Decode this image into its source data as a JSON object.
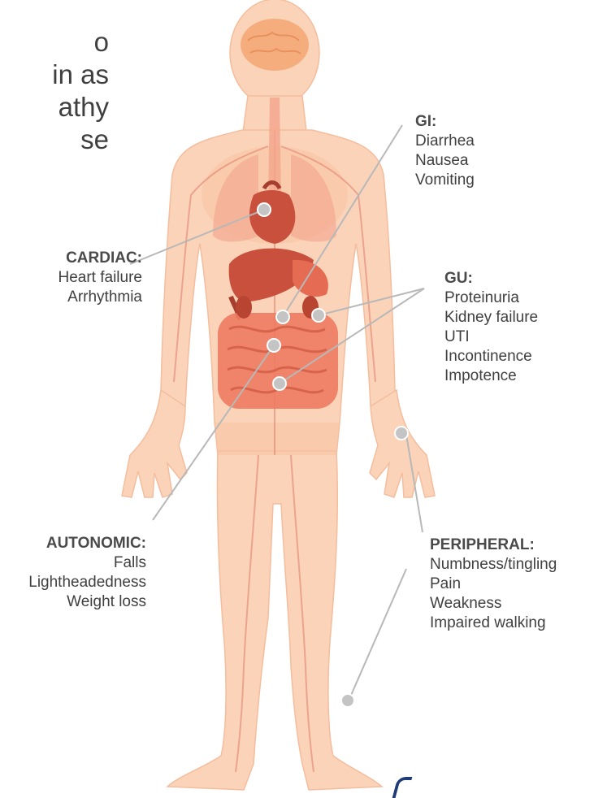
{
  "intro_text": [
    "o",
    "in as",
    "athy",
    "se"
  ],
  "sections": {
    "gi": {
      "heading": "GI:",
      "items": [
        "Diarrhea",
        "Nausea",
        "Vomiting"
      ]
    },
    "cardiac": {
      "heading": "CARDIAC:",
      "items": [
        "Heart failure",
        "Arrhythmia"
      ]
    },
    "gu": {
      "heading": "GU:",
      "items": [
        "Proteinuria",
        "Kidney failure",
        "UTI",
        "Incontinence",
        "Impotence"
      ]
    },
    "autonomic": {
      "heading": "AUTONOMIC:",
      "items": [
        "Falls",
        "Lightheadedness",
        "Weight loss"
      ]
    },
    "peripheral": {
      "heading": "PERIPHERAL:",
      "items": [
        "Numbness/tingling",
        "Pain",
        "Weakness",
        "Impaired walking"
      ]
    }
  },
  "colors": {
    "skin": "#fbd3b9",
    "skin_shade": "#f6c0a0",
    "organ": "#ee7b62",
    "organ_dark": "#c9503c",
    "brain": "#f6ad7d",
    "leader_line": "#b8b8b8",
    "dot": "#bdbdbd",
    "text": "#404040"
  }
}
